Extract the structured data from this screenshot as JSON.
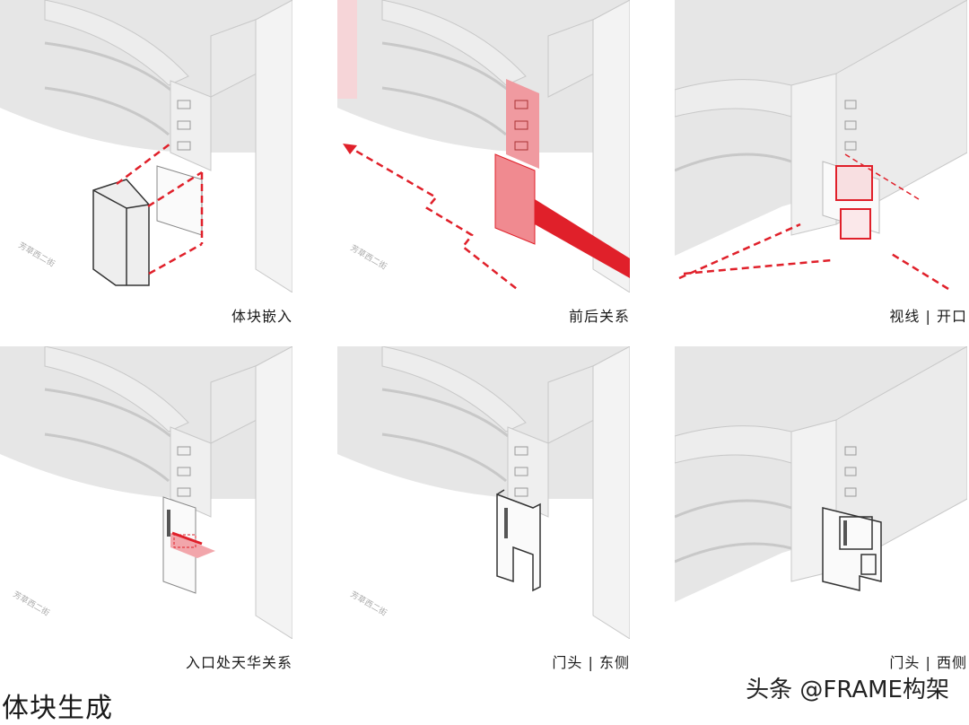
{
  "panels": [
    {
      "caption": "体块嵌入",
      "street": "芳草西二街"
    },
    {
      "caption": "前后关系",
      "street": "芳草西二街"
    },
    {
      "caption": "视线 | 开口"
    },
    {
      "caption": "入口处天华关系",
      "street": "芳草西二街"
    },
    {
      "caption": "门头 | 东侧",
      "street": "芳草西二街"
    },
    {
      "caption": "门头 | 西侧"
    }
  ],
  "footer": {
    "title": "体块生成",
    "watermark": "头条 @FRAME构架"
  },
  "colors": {
    "accent": "#e0202a",
    "accent_fill": "#f08a90",
    "building": "#e6e6e6",
    "line": "#c8c8c8"
  }
}
